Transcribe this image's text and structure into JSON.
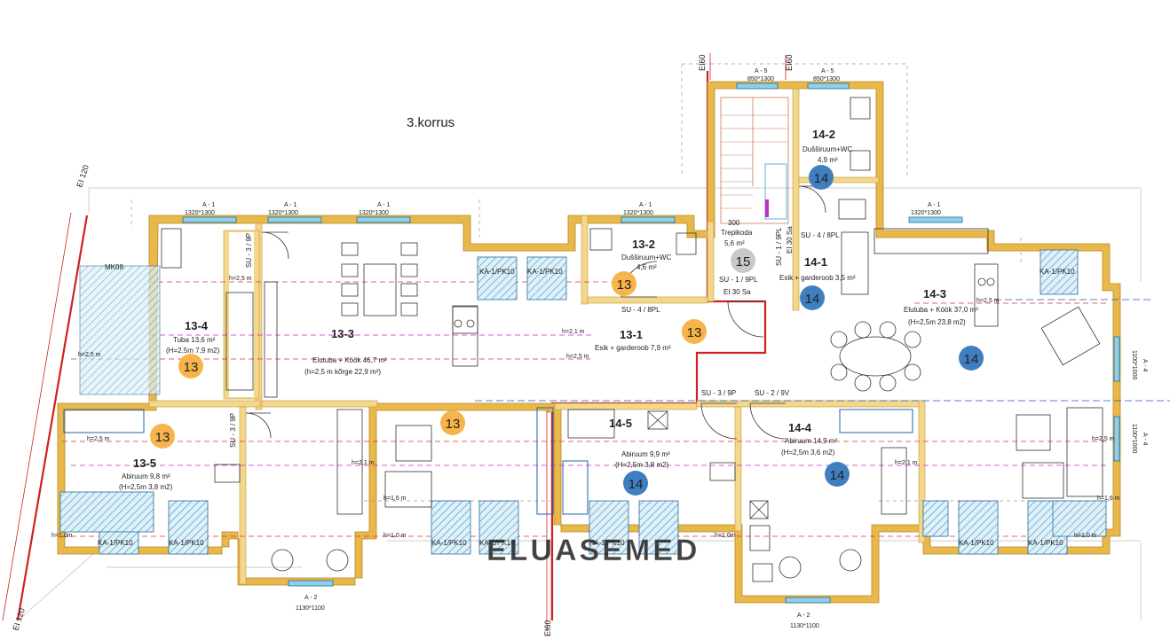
{
  "floor_title": "3.korrus",
  "watermark": "ELUASEMED",
  "colors": {
    "wall": "#e8b84a",
    "window": "#8fd0e8",
    "fire_line": "#d02020",
    "badge_13": "#f6b44a",
    "badge_14": "#3f7fc0"
  },
  "fire_labels": [
    "EI 120",
    "EI 120",
    "EI60",
    "EI60",
    "EI60",
    "EI 30 Sa",
    "EI 30 Sa"
  ],
  "rooms": [
    {
      "id": "13-4",
      "name": "Tuba 13,6 m²",
      "height": "(H=2,5m  7,9  m2)"
    },
    {
      "id": "13-3",
      "name": "Elutuba + Köök 46,7 m²",
      "height": "(h=2,5  m  kõrge  22,9  m²)"
    },
    {
      "id": "13-2",
      "name": "Dušširuum+WC",
      "height": "4,6 m²"
    },
    {
      "id": "13-1",
      "name": "Esik + garderoob 7,9 m²",
      "height": ""
    },
    {
      "id": "13-5",
      "name": "Abiruum 9,8 m²",
      "height": "(H=2,5m  3,8  m2)"
    },
    {
      "id": "14-2",
      "name": "Dušširuum+WC",
      "height": "4,9 m²"
    },
    {
      "id": "14-1",
      "name": "Esik + garderoob 3,5 m²",
      "height": ""
    },
    {
      "id": "14-3",
      "name": "Elutuba + Köök 37,0 m²",
      "height": "(H=2,5m  23,8  m2)"
    },
    {
      "id": "14-5",
      "name": "Abiruum 9,9 m²",
      "height": "(H=2,5m  3,8  m2)"
    },
    {
      "id": "14-4",
      "name": "Abiruum 14,9 m²",
      "height": "(H=2,5m  3,6  m2)"
    }
  ],
  "stair": {
    "number": "300",
    "name": "Trepikoda",
    "area": "5,6 m²"
  },
  "window_tags": [
    {
      "type": "A - 1",
      "size": "1320*1300"
    },
    {
      "type": "A - 1",
      "size": "1320*1300"
    },
    {
      "type": "A - 1",
      "size": "1320*1300"
    },
    {
      "type": "A - 1",
      "size": "1320*1300"
    },
    {
      "type": "A - 1",
      "size": "1320*1300"
    },
    {
      "type": "A - 5",
      "size": "850*1300"
    },
    {
      "type": "A - 5",
      "size": "850*1300"
    },
    {
      "type": "A - 2",
      "size": "1130*1100"
    },
    {
      "type": "A - 2",
      "size": "1130*1100"
    },
    {
      "type": "A - 4",
      "size": "1100*1000"
    },
    {
      "type": "A - 4",
      "size": "1100*1000"
    }
  ],
  "skylights": [
    "KA-1/PK10",
    "KA-1/PK10",
    "KA-1/PK10",
    "KA-1/PK10",
    "KA-1/PK10",
    "KA-1/PK10",
    "KA-1/PK10",
    "KA-1/PK10",
    "KA-1/PK10",
    "KA-1/PK10"
  ],
  "doors": [
    "SU - 3 / 9P",
    "SU - 3 / 9P",
    "SU - 4 / 8PL",
    "SU - 1 / 9PL",
    "SU - 1 / 9PL",
    "SU - 4 / 8PL",
    "SU - 3 / 9P",
    "SU - 2 / 9V"
  ],
  "misc": {
    "mk": "MK08"
  },
  "height_marks": {
    "h25": "h=2,5 m",
    "h21": "h=2,1 m",
    "h16": "h=1,6 m",
    "h10": "h=1,0 m",
    "h10s": "h=1,0m"
  },
  "apartment_badges": [
    {
      "label": "13",
      "tone": "orange"
    },
    {
      "label": "13",
      "tone": "orange"
    },
    {
      "label": "13",
      "tone": "orange"
    },
    {
      "label": "13",
      "tone": "orange"
    },
    {
      "label": "13",
      "tone": "orange"
    },
    {
      "label": "14",
      "tone": "blue"
    },
    {
      "label": "14",
      "tone": "blue"
    },
    {
      "label": "14",
      "tone": "blue"
    },
    {
      "label": "14",
      "tone": "blue"
    },
    {
      "label": "14",
      "tone": "blue"
    },
    {
      "label": "15",
      "tone": "grey"
    }
  ]
}
